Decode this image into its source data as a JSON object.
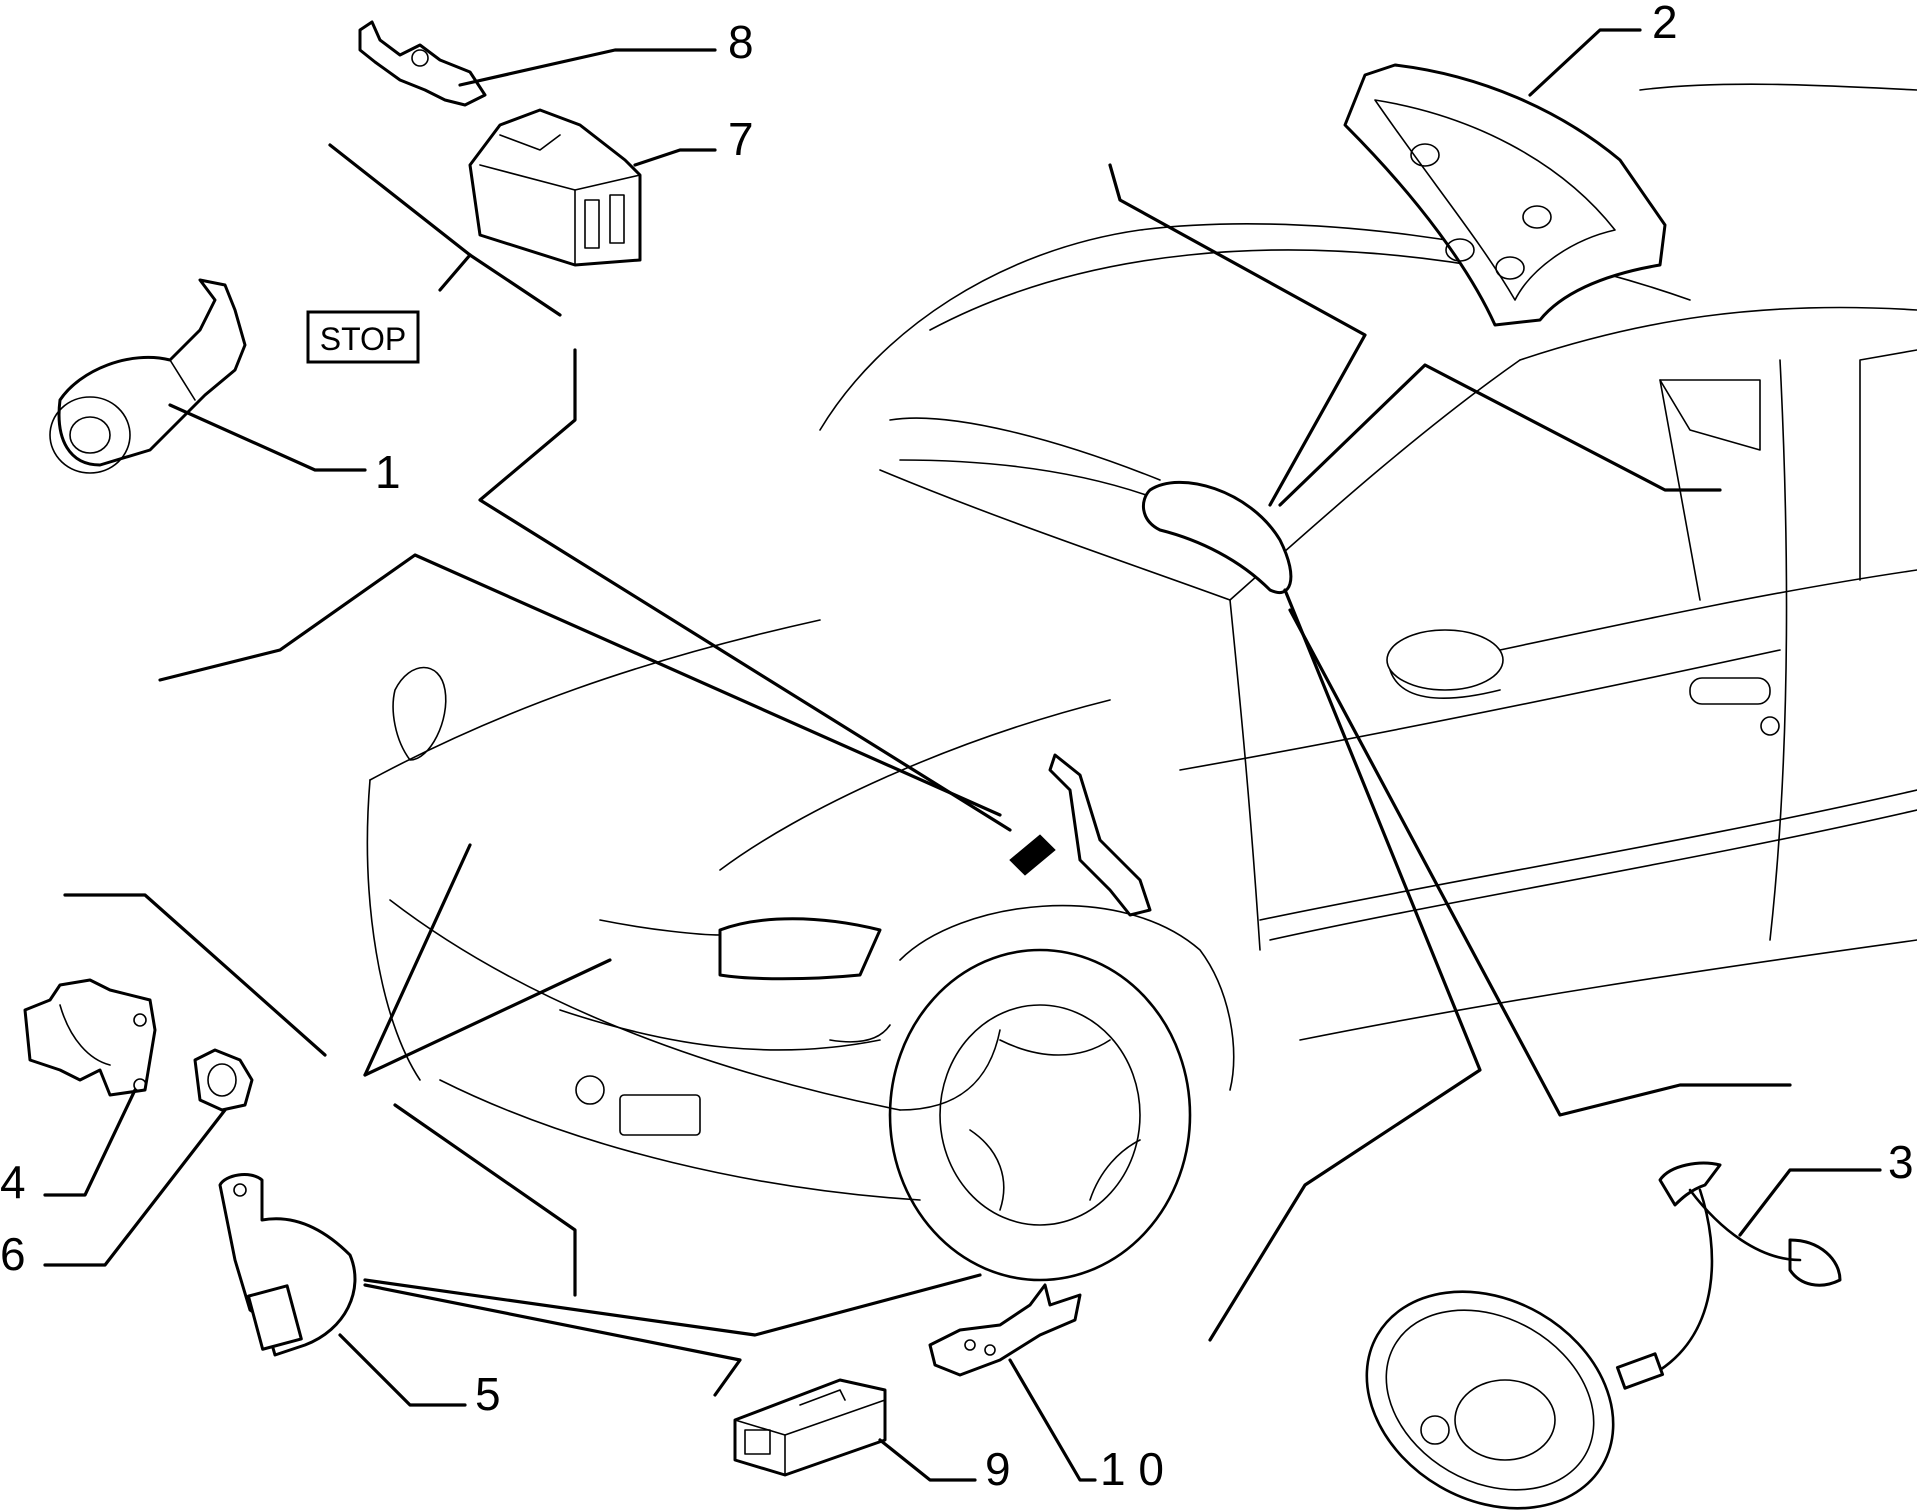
{
  "callouts": [
    {
      "id": "1",
      "text": "1"
    },
    {
      "id": "2",
      "text": "2"
    },
    {
      "id": "3",
      "text": "3"
    },
    {
      "id": "4",
      "text": "4"
    },
    {
      "id": "5",
      "text": "5"
    },
    {
      "id": "6",
      "text": "6"
    },
    {
      "id": "7",
      "text": "7"
    },
    {
      "id": "8",
      "text": "8"
    },
    {
      "id": "9",
      "text": "9"
    },
    {
      "id": "10",
      "text": "1 0"
    }
  ],
  "stop_label": "STOP",
  "colors": {
    "ink": "#000000",
    "background": "#ffffff"
  }
}
